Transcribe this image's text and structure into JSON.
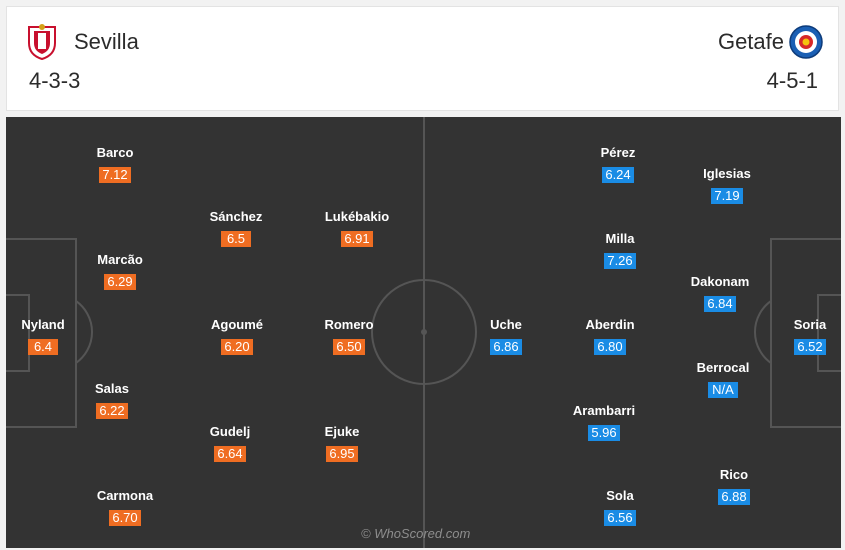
{
  "home": {
    "name": "Sevilla",
    "formation": "4-3-3",
    "color": "#ef6d22",
    "crest_icon": "sevilla-crest-icon",
    "players": [
      {
        "name": "Barco",
        "rating": "7.12"
      },
      {
        "name": "Marcão",
        "rating": "6.29"
      },
      {
        "name": "Nyland",
        "rating": "6.4"
      },
      {
        "name": "Salas",
        "rating": "6.22"
      },
      {
        "name": "Carmona",
        "rating": "6.70"
      },
      {
        "name": "Sánchez",
        "rating": "6.5"
      },
      {
        "name": "Agoumé",
        "rating": "6.20"
      },
      {
        "name": "Gudelj",
        "rating": "6.64"
      },
      {
        "name": "Lukébakio",
        "rating": "6.91"
      },
      {
        "name": "Romero",
        "rating": "6.50"
      },
      {
        "name": "Ejuke",
        "rating": "6.95"
      }
    ]
  },
  "away": {
    "name": "Getafe",
    "formation": "4-5-1",
    "color": "#1a8ce5",
    "crest_icon": "getafe-crest-icon",
    "players": [
      {
        "name": "Pérez",
        "rating": "6.24"
      },
      {
        "name": "Milla",
        "rating": "7.26"
      },
      {
        "name": "Aberdin",
        "rating": "6.80"
      },
      {
        "name": "Arambarri",
        "rating": "5.96"
      },
      {
        "name": "Sola",
        "rating": "6.56"
      },
      {
        "name": "Uche",
        "rating": "6.86"
      },
      {
        "name": "Iglesias",
        "rating": "7.19"
      },
      {
        "name": "Dakonam",
        "rating": "6.84"
      },
      {
        "name": "Berrocal",
        "rating": "N/A"
      },
      {
        "name": "Rico",
        "rating": "6.88"
      },
      {
        "name": "Soria",
        "rating": "6.52"
      }
    ]
  },
  "pitch": {
    "background": "#333333",
    "line_color": "#555555"
  },
  "watermark": "© WhoScored.com"
}
